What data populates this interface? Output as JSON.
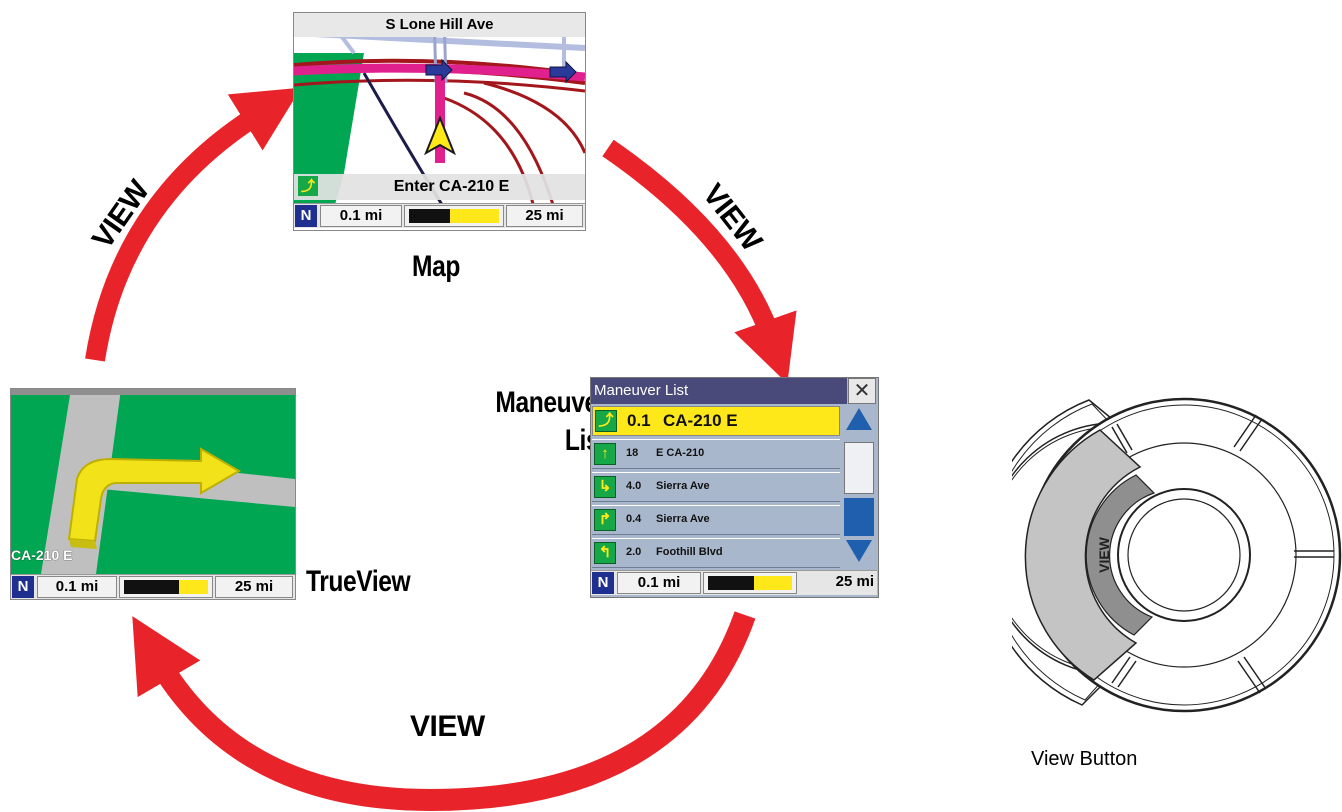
{
  "labels": {
    "map": "Map",
    "maneuver_list": "Maneuver\nList",
    "trueview": "TrueView",
    "view_button": "View Button"
  },
  "arrows": {
    "top_left": "VIEW",
    "top_right": "VIEW",
    "bottom": "VIEW"
  },
  "map_screen": {
    "street": "S Lone Hill Ave",
    "instruction": "Enter CA-210 E",
    "status": {
      "north": "N",
      "scale": "0.1 mi",
      "progress": 0.55,
      "distance": "25 mi"
    }
  },
  "maneuver_screen": {
    "title": "Maneuver List",
    "close": "✕",
    "rows": [
      {
        "icon": "⤴",
        "dist": "0.1",
        "name": "CA-210 E",
        "active": true
      },
      {
        "icon": "↑",
        "dist": "18",
        "name": "E CA-210",
        "active": false
      },
      {
        "icon": "↳",
        "dist": "4.0",
        "name": "Sierra Ave",
        "active": false
      },
      {
        "icon": "↱",
        "dist": "0.4",
        "name": "Sierra Ave",
        "active": false
      },
      {
        "icon": "↰",
        "dist": "2.0",
        "name": "Foothill Blvd",
        "active": false
      }
    ],
    "status": {
      "north": "N",
      "scale": "0.1 mi",
      "progress": 0.45,
      "distance": "25 mi"
    }
  },
  "trueview_screen": {
    "road": "CA-210 E",
    "status": {
      "north": "N",
      "scale": "0.1 mi",
      "progress": 0.35,
      "distance": "25 mi"
    }
  },
  "view_button": {
    "key_label": "VIEW"
  },
  "colors": {
    "arrow_red": "#e8242a",
    "map_green": "#00a651",
    "route_magenta": "#e0208c",
    "road_red": "#a3161b",
    "list_header": "#4a4a7a",
    "list_row": "#a9b7cc",
    "highlight_yellow": "#ffe81a",
    "scroll_blue": "#1f5fae"
  }
}
